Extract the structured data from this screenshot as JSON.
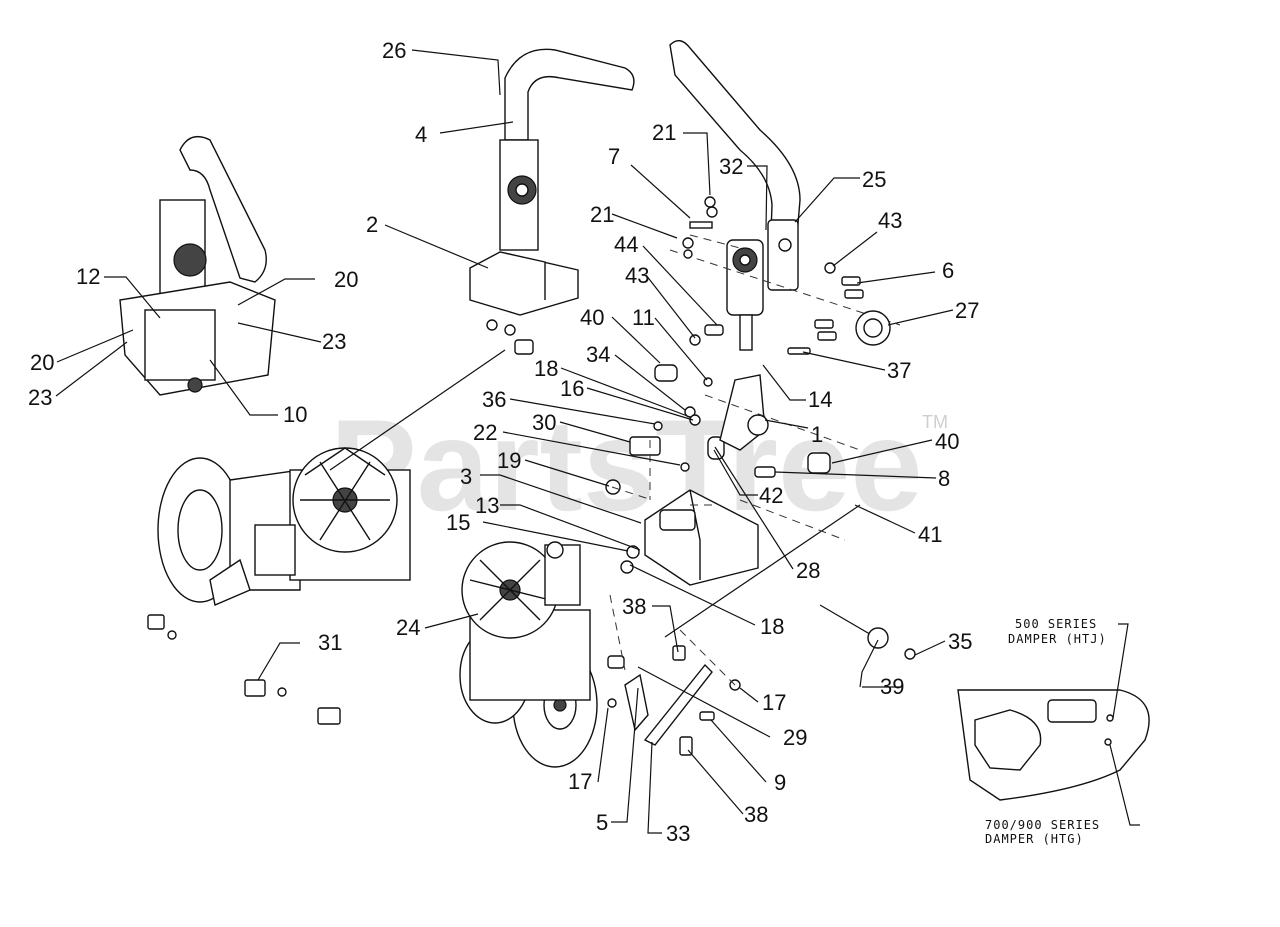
{
  "watermark": {
    "brand": "PartsTree",
    "tm": "TM"
  },
  "callouts": {
    "c26": "26",
    "c4": "4",
    "c2": "2",
    "c12": "12",
    "c20a": "20",
    "c20b": "20",
    "c23a": "23",
    "c23b": "23",
    "c10": "10",
    "c21a": "21",
    "c21b": "21",
    "c7": "7",
    "c32": "32",
    "c25": "25",
    "c43a": "43",
    "c43b": "43",
    "c44": "44",
    "c6": "6",
    "c27": "27",
    "c40a": "40",
    "c40b": "40",
    "c11": "11",
    "c37": "37",
    "c34": "34",
    "c18a": "18",
    "c18b": "18",
    "c14": "14",
    "c16": "16",
    "c36": "36",
    "c1": "1",
    "c30": "30",
    "c22": "22",
    "c19": "19",
    "c8": "8",
    "c42": "42",
    "c3": "3",
    "c13": "13",
    "c41": "41",
    "c15": "15",
    "c28": "28",
    "c24": "24",
    "c38a": "38",
    "c38b": "38",
    "c35": "35",
    "c31": "31",
    "c17a": "17",
    "c17b": "17",
    "c39": "39",
    "c29": "29",
    "c9": "9",
    "c5": "5",
    "c33": "33"
  },
  "notes": {
    "series500_line1": "500 SERIES",
    "series500_line2": "DAMPER (HTJ)",
    "series700_line1": "700/900 SERIES",
    "series700_line2": "DAMPER (HTG)"
  }
}
